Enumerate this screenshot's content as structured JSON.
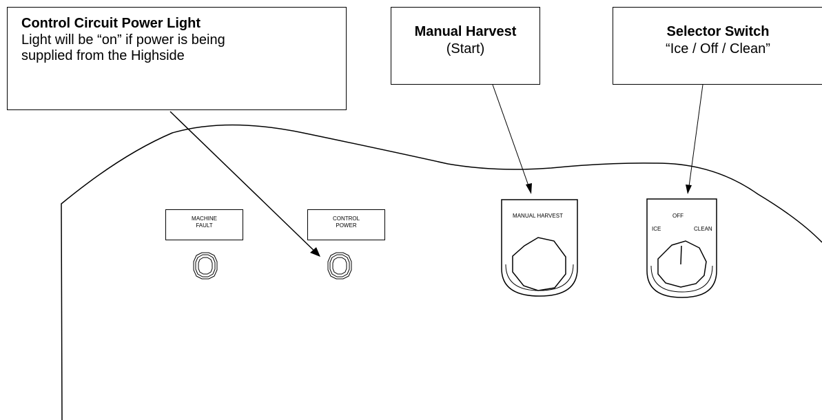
{
  "callouts": {
    "control_power": {
      "title": "Control Circuit Power Light",
      "body_line1": "Light will be “on” if power is being",
      "body_line2": "supplied from the Highside"
    },
    "manual_harvest": {
      "title": "Manual Harvest",
      "subtitle": "(Start)"
    },
    "selector_switch": {
      "title": "Selector Switch",
      "subtitle": "“Ice / Off / Clean”"
    }
  },
  "panel": {
    "machine_fault": {
      "line1": "MACHINE",
      "line2": "FAULT"
    },
    "control_power": {
      "line1": "CONTROL",
      "line2": "POWER"
    },
    "manual_harvest_label": "MANUAL HARVEST",
    "selector_positions": {
      "off": "OFF",
      "ice": "ICE",
      "clean": "CLEAN"
    }
  }
}
